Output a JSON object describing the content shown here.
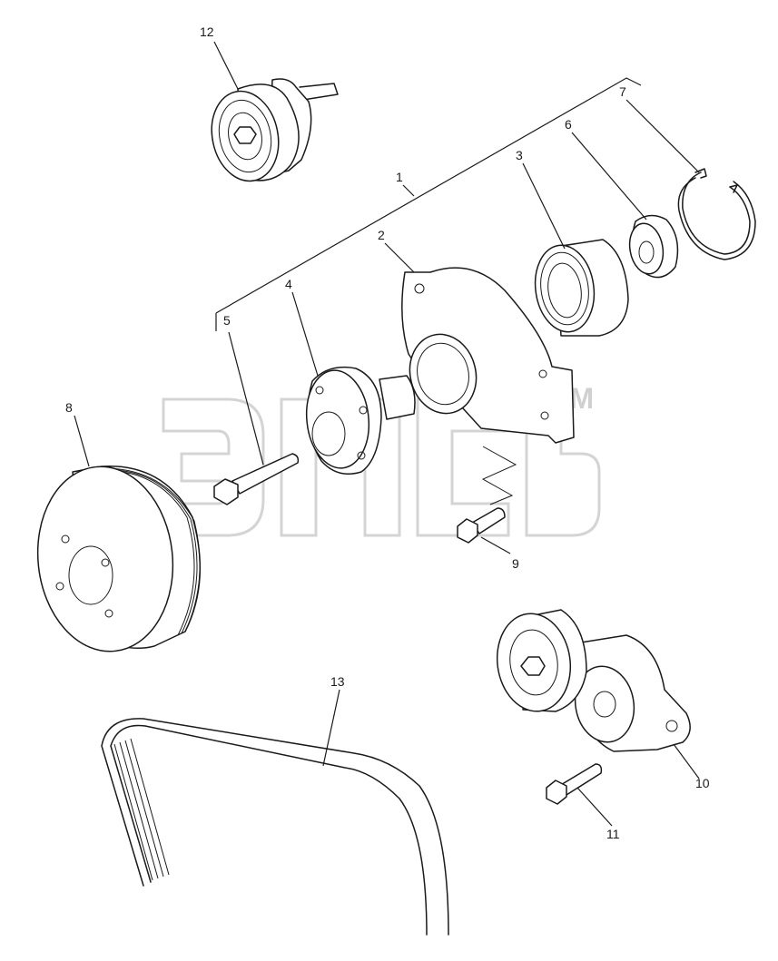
{
  "callouts": {
    "c1": "1",
    "c2": "2",
    "c3": "3",
    "c4": "4",
    "c5": "5",
    "c6": "6",
    "c7": "7",
    "c8": "8",
    "c9": "9",
    "c10": "10",
    "c11": "11",
    "c12": "12",
    "c13": "13"
  },
  "watermark": {
    "trademark": "TM"
  }
}
